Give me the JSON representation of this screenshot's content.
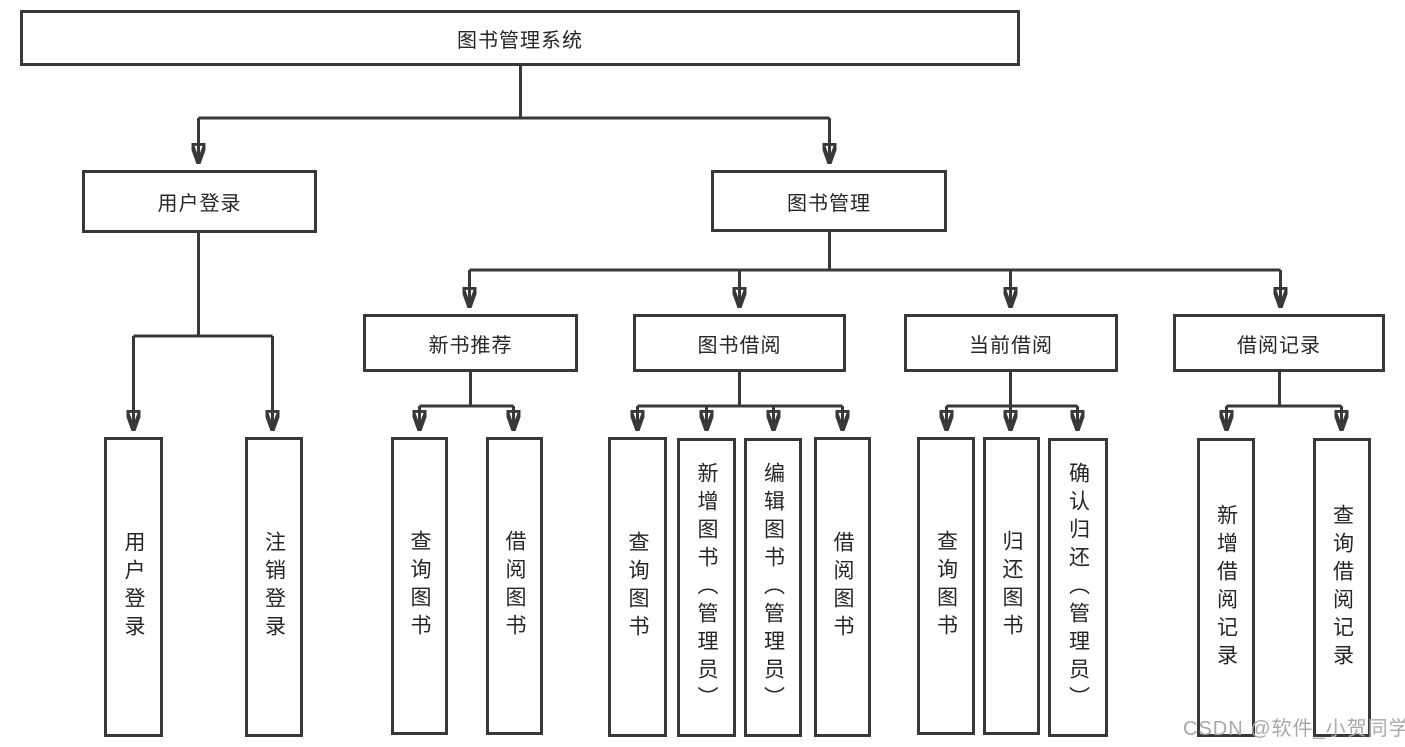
{
  "diagram": {
    "root": "图书管理系统",
    "branches": [
      {
        "label": "用户登录",
        "children": [
          "用户登录",
          "注销登录"
        ]
      },
      {
        "label": "图书管理",
        "children": [
          {
            "label": "新书推荐",
            "children": [
              "查询图书",
              "借阅图书"
            ]
          },
          {
            "label": "图书借阅",
            "children": [
              "查询图书",
              "新增图书（管理员）",
              "编辑图书（管理员）",
              "借阅图书"
            ]
          },
          {
            "label": "当前借阅",
            "children": [
              "查询图书",
              "归还图书",
              "确认归还（管理员）"
            ]
          },
          {
            "label": "借阅记录",
            "children": [
              "新增借阅记录",
              "查询借阅记录"
            ]
          }
        ]
      }
    ]
  },
  "watermark": "CSDN @软件_小贺同学",
  "colors": {
    "line": "#383838",
    "text": "#262626",
    "watermark": "#a8a8ac",
    "background": "#ffffff"
  }
}
